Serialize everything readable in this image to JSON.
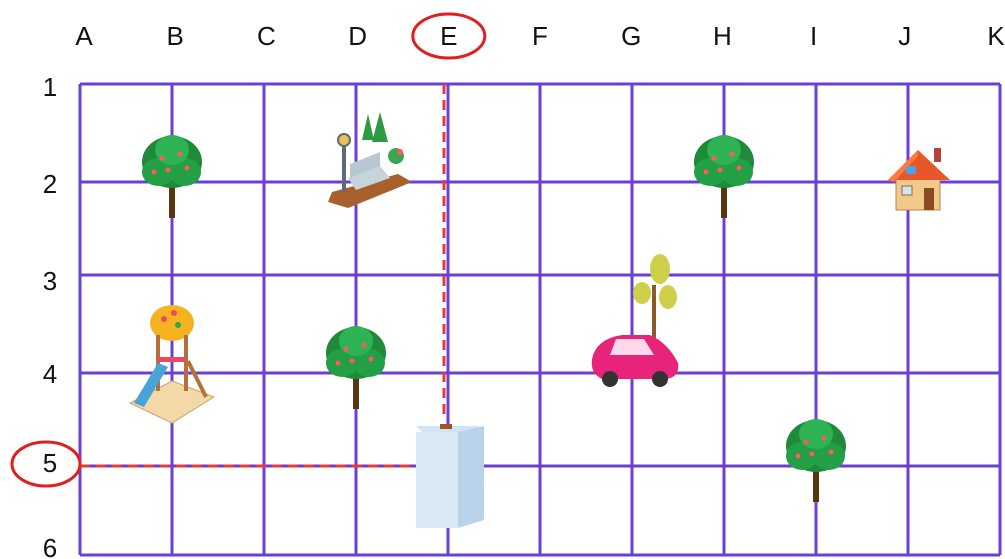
{
  "columns": [
    "A",
    "B",
    "C",
    "D",
    "E",
    "F",
    "G",
    "H",
    "I",
    "J",
    "K"
  ],
  "rows": [
    "1",
    "2",
    "3",
    "4",
    "5",
    "6"
  ],
  "highlight": {
    "column": "E",
    "row": "5",
    "marker_color": "#e02020"
  },
  "grid_color": "#6a3fd1",
  "path_color": "#e83a3a",
  "icons": [
    {
      "name": "tree",
      "col": "B",
      "row": "2"
    },
    {
      "name": "park-bench",
      "col": "D",
      "row": "2"
    },
    {
      "name": "tree",
      "col": "H",
      "row": "2"
    },
    {
      "name": "house",
      "col": "J",
      "row": "2"
    },
    {
      "name": "playground-slide",
      "col": "B",
      "row": "4"
    },
    {
      "name": "tree",
      "col": "D",
      "row": "4"
    },
    {
      "name": "car-with-tree",
      "col": "G",
      "row": "4"
    },
    {
      "name": "office-building",
      "col": "E",
      "row": "5"
    },
    {
      "name": "tree",
      "col": "I",
      "row": "5"
    }
  ]
}
